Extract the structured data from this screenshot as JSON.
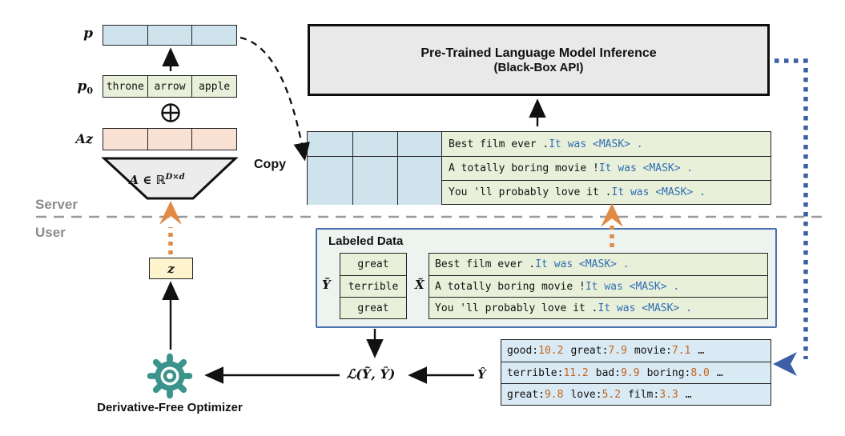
{
  "palette": {
    "cell_blue": "#cfe3ed",
    "cell_green": "#e9f0da",
    "cell_pink": "#f9e2d4",
    "cell_yellow": "#fdf3cd",
    "box_gray": "#e9e9e9",
    "panel_bg": "#edf4f0",
    "panel_border": "#4a72b0",
    "output_blue": "#d9eaf4",
    "masked_text_blue": "#2e6db4",
    "score_orange": "#c3641f",
    "arrow_orange": "#e08a46",
    "dots_blue": "#3d5fa5",
    "gear_teal": "#3a948b",
    "divider_gray": "#9b9b9b"
  },
  "encoder": {
    "p_label": "p",
    "p0_label": "p",
    "p0_sub": "0",
    "az_label": "Az",
    "prompt_tokens": [
      "throne",
      "arrow",
      "apple"
    ],
    "projection_label": "A ∈ ℝ",
    "projection_sup": "D×d",
    "copy_label": "Copy"
  },
  "plm": {
    "line1": "Pre-Trained Language Model Inference",
    "line2": "(Black-Box API)"
  },
  "divider": {
    "server": "Server",
    "user": "User"
  },
  "optimizer": {
    "z_label": "z",
    "name": "Derivative-Free Optimizer"
  },
  "sentences": [
    {
      "prefix": "Best film ever . ",
      "masked": "It was <MASK> ."
    },
    {
      "prefix": "A totally boring movie ! ",
      "masked": "It was <MASK> ."
    },
    {
      "prefix": "You 'll probably love it . ",
      "masked": "It was <MASK> ."
    }
  ],
  "labeled_data": {
    "title": "Labeled Data",
    "y_label": "Ỹ",
    "x_label": "X̃",
    "labels": [
      "great",
      "terrible",
      "great"
    ]
  },
  "loss": {
    "label": "ℒ(Ỹ, Ŷ)"
  },
  "output": {
    "y_hat_label": "Ŷ",
    "rows": [
      {
        "pairs": [
          {
            "token": "good:",
            "score": "10.2"
          },
          {
            "token": "great:",
            "score": "7.9"
          },
          {
            "token": "movie:",
            "score": "7.1"
          }
        ],
        "more": "…"
      },
      {
        "pairs": [
          {
            "token": "terrible:",
            "score": "11.2"
          },
          {
            "token": "bad:",
            "score": "9.9"
          },
          {
            "token": "boring:",
            "score": "8.0"
          }
        ],
        "more": "…"
      },
      {
        "pairs": [
          {
            "token": "great:",
            "score": "9.8"
          },
          {
            "token": "love:",
            "score": "5.2"
          },
          {
            "token": "film:",
            "score": "3.3"
          }
        ],
        "more": "…"
      }
    ]
  }
}
